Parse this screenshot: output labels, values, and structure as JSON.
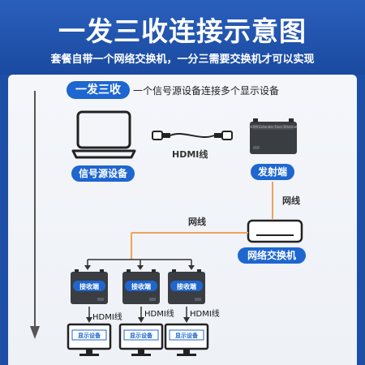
{
  "header": {
    "title": "一发三收连接示意图",
    "subtitle": "套餐自带一个网络交换机，一分三需要交换机才可以实现"
  },
  "scenario": {
    "badge": "一发三收",
    "description": "一个信号源设备连接多个显示设备"
  },
  "devices": {
    "source_label": "信号源设备",
    "transmitter_label": "发射端",
    "transmitter_device_text": "HDMI Extender Over Ethernet",
    "switch_label": "网络交换机",
    "receiver_label": "接收端",
    "display_label": "显示设备"
  },
  "cables": {
    "hdmi_label": "HDMI线",
    "network_label_vertical": "网线",
    "network_label_horizontal": "网线",
    "rx_hdmi_label": "HDMI线"
  },
  "colors": {
    "brand_blue": "#1e66d0",
    "header_blue": "#1d4fa6",
    "device_dark": "#3a3d42",
    "line_color": "#444444"
  }
}
